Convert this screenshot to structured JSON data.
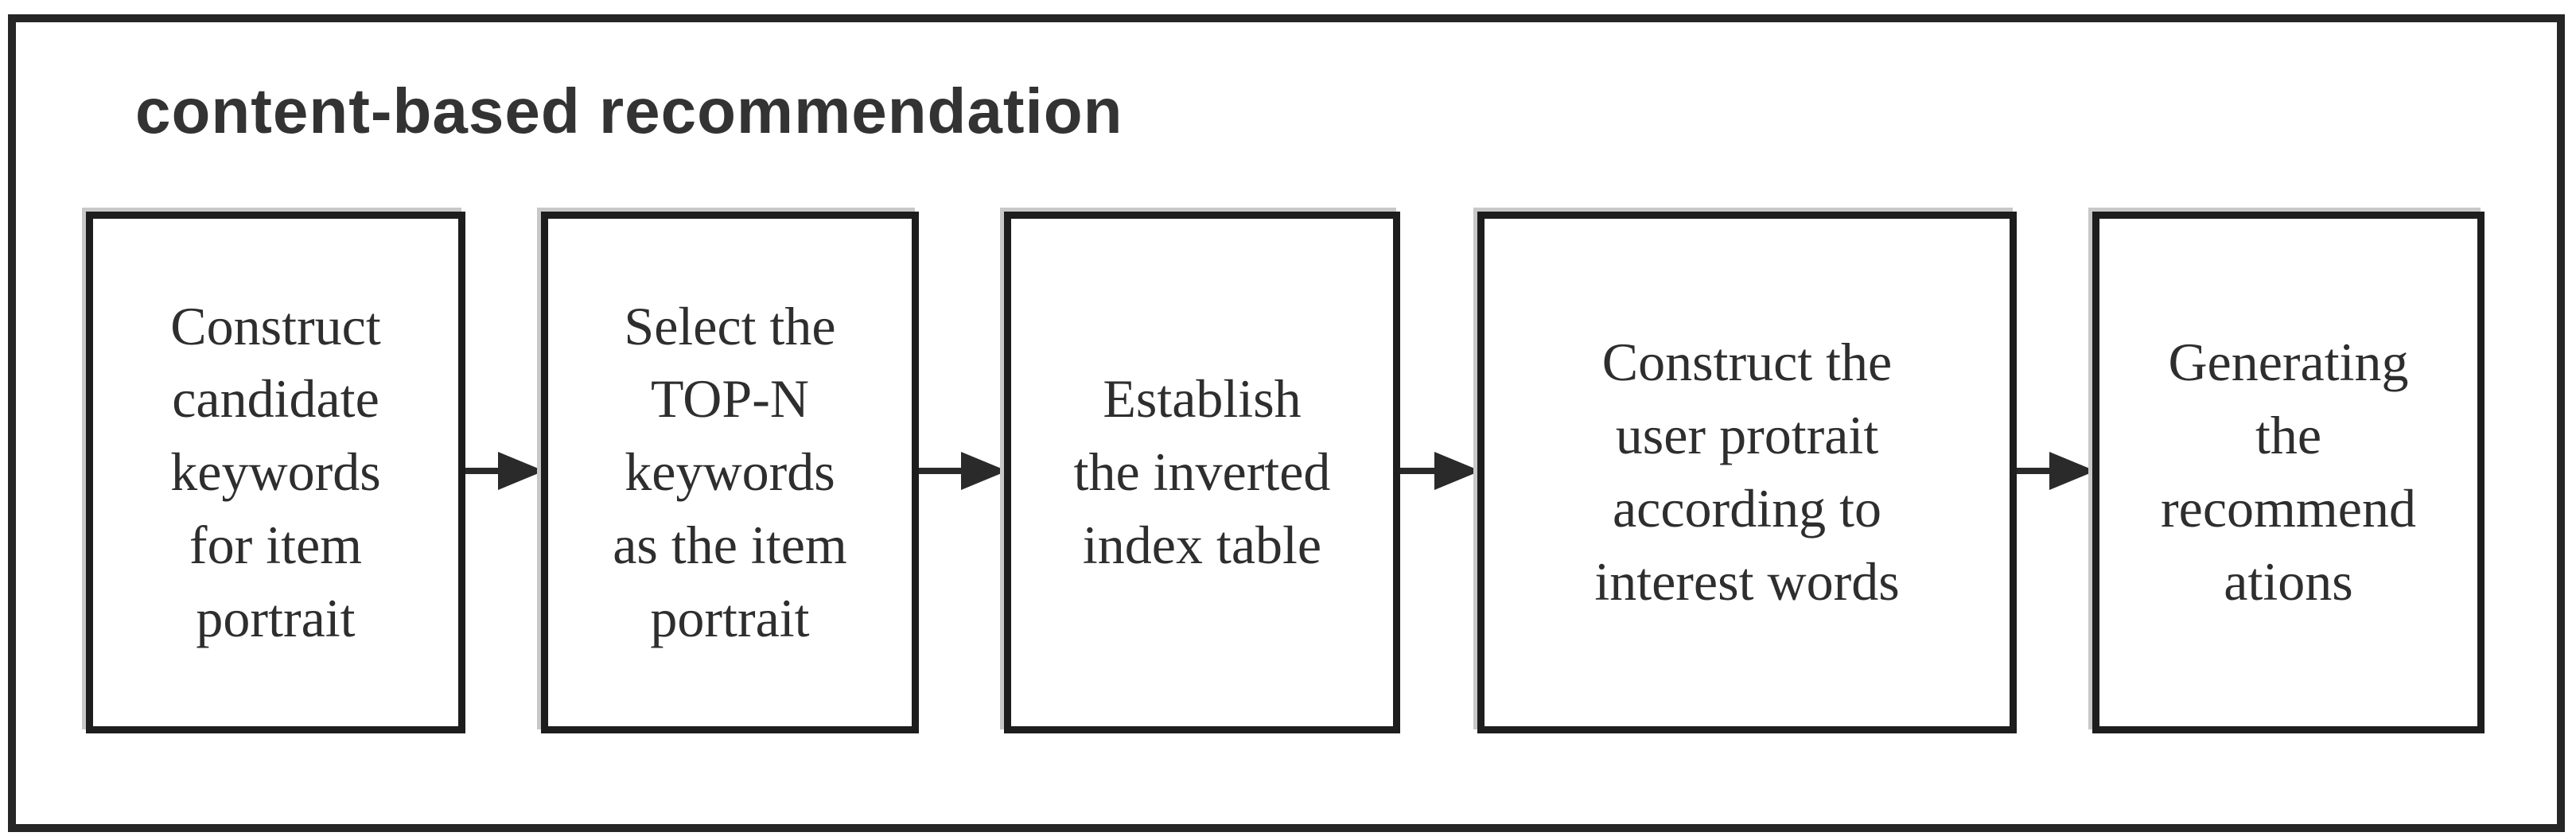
{
  "colors": {
    "background": "#ffffff",
    "frame-border": "#262626",
    "box-border": "#1d1d1d",
    "box-text": "#2e2e2e",
    "title-text": "#333333",
    "arrow": "#2a2a2a",
    "shadow": "#c8c8c8"
  },
  "diagram": {
    "title": "content-based recommendation",
    "steps": [
      {
        "id": "construct-candidate-keywords",
        "lines": [
          "Construct",
          "candidate",
          "keywords",
          "for item",
          "portrait"
        ]
      },
      {
        "id": "select-top-n-keywords",
        "lines": [
          "Select the",
          "TOP-N",
          "keywords",
          "as the item",
          "portrait"
        ]
      },
      {
        "id": "establish-inverted-index",
        "lines": [
          "Establish",
          "the inverted",
          "index table"
        ]
      },
      {
        "id": "construct-user-portrait",
        "lines": [
          "Construct the",
          "user protrait",
          "according to",
          "interest words"
        ]
      },
      {
        "id": "generating-recommendations",
        "lines": [
          "Generating",
          "the",
          "recommend",
          "ations"
        ]
      }
    ]
  }
}
